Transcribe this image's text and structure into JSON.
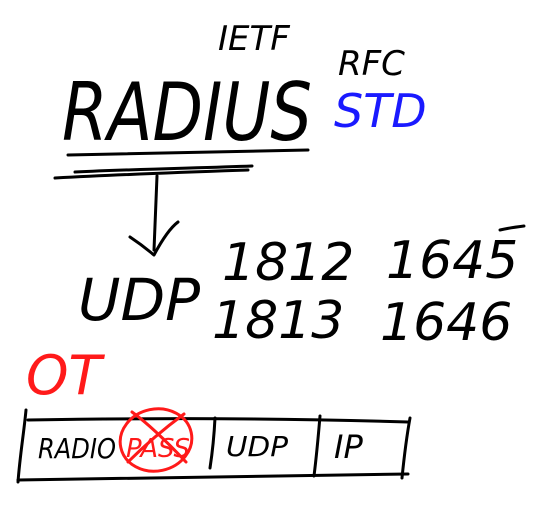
{
  "notes": {
    "header": {
      "org": "IETF",
      "doc": "RFC",
      "status": "STD",
      "title": "RADIUS"
    },
    "transport": {
      "protocol": "UDP",
      "ports": {
        "row1": [
          "1812",
          "1645"
        ],
        "row2": [
          "1813",
          "1646"
        ]
      }
    },
    "encap": {
      "marker": "OT",
      "segments": [
        "RADIO",
        "PASS",
        "UDP",
        "IP"
      ],
      "crossed_out": "PASS"
    }
  },
  "colors": {
    "ink": "#000000",
    "std": "#1a1aff",
    "red": "#ff1a1a"
  }
}
